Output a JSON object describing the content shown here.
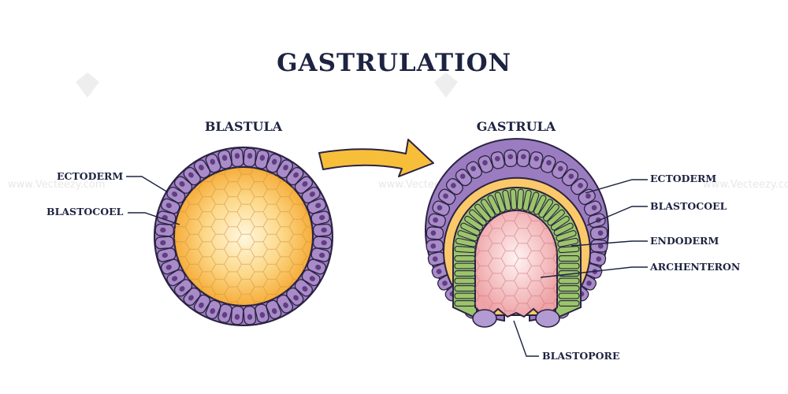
{
  "title": "GASTRULATION",
  "watermark": {
    "text": "www.Vecteezy.com",
    "color": "#e6e6e6"
  },
  "blastula": {
    "heading": "BLASTULA",
    "labels": {
      "ectoderm": "ECTODERM",
      "blastocoel": "BLASTOCOEL"
    }
  },
  "gastrula": {
    "heading": "GASTRULA",
    "labels": {
      "ectoderm": "ECTODERM",
      "blastocoel": "BLASTOCOEL",
      "endoderm": "ENDODERM",
      "archenteron": "ARCHENTERON",
      "blastopore": "BLASTOPORE"
    }
  },
  "colors": {
    "text": "#1d2340",
    "ectoderm": "#a98bc9",
    "ectoderm_nucleus": "#5f3f80",
    "blastocoel": "#f8b74a",
    "blastocoel_center": "#fff7e0",
    "endoderm": "#9bc56a",
    "endoderm_nucleus": "#4f7f2c",
    "archenteron": "#f2b1b3",
    "archenteron_center": "#fff3f3",
    "arrow": "#f7be3a",
    "outline": "#2a2342"
  },
  "icons": [
    "logo-icon",
    "arrow-icon"
  ]
}
